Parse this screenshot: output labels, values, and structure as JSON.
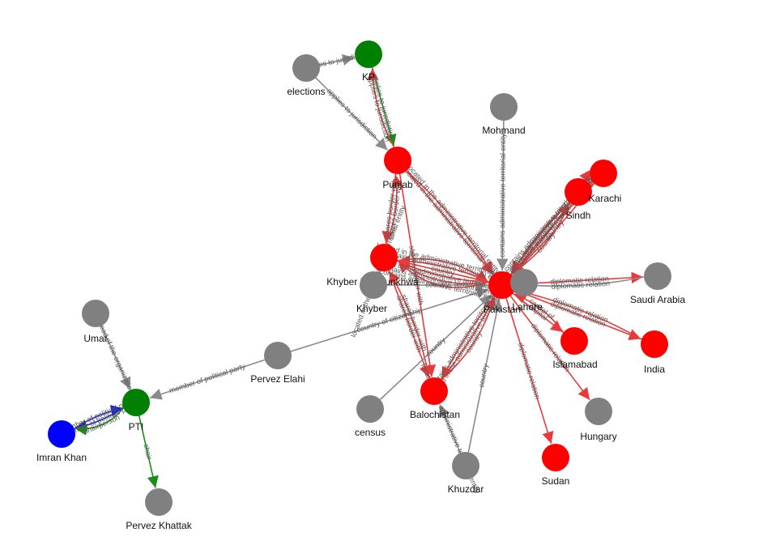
{
  "colors": {
    "red": "#ff0000",
    "green": "#008000",
    "blue": "#0000ff",
    "gray": "#808080",
    "edge_red": "#e83a3a",
    "edge_gray": "#8a8a8a",
    "edge_green": "#1a8c1a",
    "edge_blue": "#2222cc"
  },
  "nodes": [
    {
      "id": "KP",
      "label": "KP",
      "color": "green"
    },
    {
      "id": "elections",
      "label": "elections",
      "color": "gray"
    },
    {
      "id": "Punjab",
      "label": "Punjab",
      "color": "red"
    },
    {
      "id": "Mohmand",
      "label": "Mohmand",
      "color": "gray"
    },
    {
      "id": "Sindh",
      "label": "Sindh",
      "color": "red"
    },
    {
      "id": "Karachi",
      "label": "Karachi",
      "color": "red"
    },
    {
      "id": "KhyberPakhtunkhwa",
      "label": "Khyber Pakhtunkhwa",
      "color": "red"
    },
    {
      "id": "Khyber",
      "label": "Khyber",
      "color": "gray"
    },
    {
      "id": "Pakistan",
      "label": "Pakistan",
      "color": "red"
    },
    {
      "id": "Lahore",
      "label": "Lahore",
      "color": "gray"
    },
    {
      "id": "SaudiArabia",
      "label": "Saudi Arabia",
      "color": "gray"
    },
    {
      "id": "Islamabad",
      "label": "Islamabad",
      "color": "red"
    },
    {
      "id": "India",
      "label": "India",
      "color": "red"
    },
    {
      "id": "Hungary",
      "label": "Hungary",
      "color": "gray"
    },
    {
      "id": "Sudan",
      "label": "Sudan",
      "color": "red"
    },
    {
      "id": "Balochistan",
      "label": "Balochistan",
      "color": "red"
    },
    {
      "id": "census",
      "label": "census",
      "color": "gray"
    },
    {
      "id": "Khuzdar",
      "label": "Khuzdar",
      "color": "gray"
    },
    {
      "id": "PervezElahi",
      "label": "Pervez Elahi",
      "color": "gray"
    },
    {
      "id": "Umar",
      "label": "Umar",
      "color": "gray"
    },
    {
      "id": "PTI",
      "label": "PTI",
      "color": "green"
    },
    {
      "id": "ImranKhan",
      "label": "Imran Khan",
      "color": "blue"
    },
    {
      "id": "PervezKhattak",
      "label": "Pervez Khattak",
      "color": "gray"
    }
  ],
  "edges": [
    {
      "source": "elections",
      "target": "KP",
      "label": "applies to jurisdiction",
      "color": "edge_gray"
    },
    {
      "source": "elections",
      "target": "Punjab",
      "label": "applies to jurisdiction",
      "color": "edge_gray"
    },
    {
      "source": "KP",
      "target": "Punjab",
      "label": "applies to jurisdiction",
      "color": "edge_green"
    },
    {
      "source": "Punjab",
      "target": "KP",
      "label": "applies to jurisdiction",
      "color": "edge_red"
    },
    {
      "source": "Punjab",
      "target": "Pakistan",
      "label": "located in the administrative territorial entity",
      "color": "edge_red"
    },
    {
      "source": "Punjab",
      "target": "Pakistan",
      "label": "located in the administrative territorial entity",
      "color": "edge_red"
    },
    {
      "source": "Punjab",
      "target": "KhyberPakhtunkhwa",
      "label": "shares border with",
      "color": "edge_red"
    },
    {
      "source": "Punjab",
      "target": "Balochistan",
      "label": "shares border with",
      "color": "edge_red"
    },
    {
      "source": "Mohmand",
      "target": "Pakistan",
      "label": "contains administrative territorial entity",
      "color": "edge_gray"
    },
    {
      "source": "Sindh",
      "target": "Pakistan",
      "label": "located in the administrative territorial entity",
      "color": "edge_red"
    },
    {
      "source": "Pakistan",
      "target": "Sindh",
      "label": "contains administrative territorial entity",
      "color": "edge_red"
    },
    {
      "source": "Sindh",
      "target": "Karachi",
      "label": "capital",
      "color": "edge_red"
    },
    {
      "source": "Karachi",
      "target": "Sindh",
      "label": "capital of",
      "color": "edge_red"
    },
    {
      "source": "Karachi",
      "target": "Pakistan",
      "label": "country",
      "color": "edge_red"
    },
    {
      "source": "Karachi",
      "target": "Pakistan",
      "label": "located in the administrative territorial entity",
      "color": "edge_red"
    },
    {
      "source": "Sindh",
      "target": "Pakistan",
      "label": "country",
      "color": "edge_red"
    },
    {
      "source": "Pakistan",
      "target": "Karachi",
      "label": "contains administrative territorial entity",
      "color": "edge_red"
    },
    {
      "source": "KhyberPakhtunkhwa",
      "target": "Pakistan",
      "label": "located in the administrative territorial entity",
      "color": "edge_red"
    },
    {
      "source": "Pakistan",
      "target": "KhyberPakhtunkhwa",
      "label": "contains administrative territorial entity",
      "color": "edge_red"
    },
    {
      "source": "KhyberPakhtunkhwa",
      "target": "Pakistan",
      "label": "country",
      "color": "edge_red"
    },
    {
      "source": "KhyberPakhtunkhwa",
      "target": "Pakistan",
      "label": "located in the administrative territorial entity",
      "color": "edge_red"
    },
    {
      "source": "KhyberPakhtunkhwa",
      "target": "Pakistan",
      "label": "contains administrative territorial entity",
      "color": "edge_red"
    },
    {
      "source": "KhyberPakhtunkhwa",
      "target": "Punjab",
      "label": "shares border with",
      "color": "edge_red"
    },
    {
      "source": "KhyberPakhtunkhwa",
      "target": "Balochistan",
      "label": "shares border with",
      "color": "edge_red"
    },
    {
      "source": "Khyber",
      "target": "KhyberPakhtunkhwa",
      "label": "located in the administrative territorial entity",
      "color": "edge_gray"
    },
    {
      "source": "Khyber",
      "target": "Pakistan",
      "label": "country",
      "color": "edge_gray"
    },
    {
      "source": "Pakistan",
      "target": "KhyberPakhtunkhwa",
      "label": "contains administrative territorial entity",
      "color": "edge_red"
    },
    {
      "source": "Lahore",
      "target": "Pakistan",
      "label": "country",
      "color": "edge_gray"
    },
    {
      "source": "Pakistan",
      "target": "SaudiArabia",
      "label": "diplomatic relation",
      "color": "edge_red"
    },
    {
      "source": "SaudiArabia",
      "target": "Pakistan",
      "label": "diplomatic relation",
      "color": "edge_gray"
    },
    {
      "source": "Pakistan",
      "target": "Islamabad",
      "label": "capital",
      "color": "edge_red"
    },
    {
      "source": "Islamabad",
      "target": "Pakistan",
      "label": "capital of",
      "color": "edge_red"
    },
    {
      "source": "Pakistan",
      "target": "India",
      "label": "diplomatic relation",
      "color": "edge_red"
    },
    {
      "source": "India",
      "target": "Pakistan",
      "label": "diplomatic relation",
      "color": "edge_red"
    },
    {
      "source": "Pakistan",
      "target": "Hungary",
      "label": "diplomatic relation",
      "color": "edge_red"
    },
    {
      "source": "Pakistan",
      "target": "Sudan",
      "label": "diplomatic relation",
      "color": "edge_red"
    },
    {
      "source": "Pakistan",
      "target": "Balochistan",
      "label": "contains administrative territorial entity",
      "color": "edge_red"
    },
    {
      "source": "Balochistan",
      "target": "Pakistan",
      "label": "located in the administrative territorial entity",
      "color": "edge_red"
    },
    {
      "source": "Balochistan",
      "target": "Pakistan",
      "label": "country",
      "color": "edge_red"
    },
    {
      "source": "Balochistan",
      "target": "KhyberPakhtunkhwa",
      "label": "shares border with",
      "color": "edge_red"
    },
    {
      "source": "census",
      "target": "Pakistan",
      "label": "country",
      "color": "edge_gray"
    },
    {
      "source": "Khuzdar",
      "target": "Balochistan",
      "label": "located in the administrative territorial entity",
      "color": "edge_gray"
    },
    {
      "source": "Khuzdar",
      "target": "Pakistan",
      "label": "country",
      "color": "edge_gray"
    },
    {
      "source": "PervezElahi",
      "target": "Pakistan",
      "label": "country of citizenship",
      "color": "edge_gray"
    },
    {
      "source": "PervezElahi",
      "target": "PTI",
      "label": "member of political party",
      "color": "edge_gray"
    },
    {
      "source": "Umar",
      "target": "PTI",
      "label": "head of the organization",
      "color": "edge_gray"
    },
    {
      "source": "ImranKhan",
      "target": "PTI",
      "label": "member of political party",
      "color": "edge_blue"
    },
    {
      "source": "PTI",
      "target": "ImranKhan",
      "label": "member of political party",
      "color": "edge_blue"
    },
    {
      "source": "PTI",
      "target": "ImranKhan",
      "label": "chairperson",
      "color": "edge_green"
    },
    {
      "source": "PTI",
      "target": "PervezKhattak",
      "label": "chair",
      "color": "edge_green"
    }
  ]
}
